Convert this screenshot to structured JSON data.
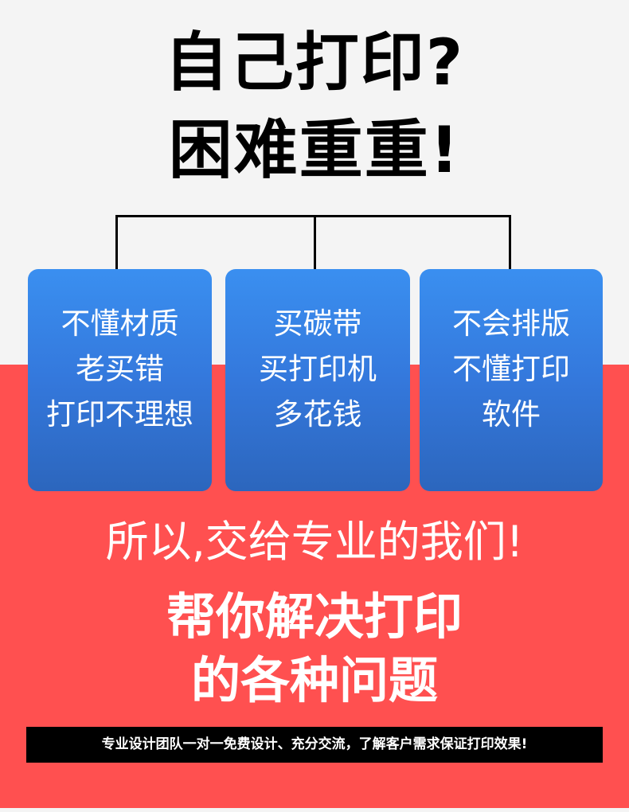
{
  "colors": {
    "top_background": "#f4f4f4",
    "red_band": "#ff5050",
    "card_gradient_top": "#3a8ff0",
    "card_gradient_bottom": "#2c66bd",
    "title_text": "#000000",
    "footer_bar": "#000000"
  },
  "title": {
    "line1": "自己打印?",
    "line2": "困难重重!"
  },
  "cards": [
    {
      "lines": [
        "不懂材质",
        "老买错",
        "打印不理想"
      ]
    },
    {
      "lines": [
        "买碳带",
        "买打印机",
        "多花钱"
      ]
    },
    {
      "lines": [
        "不会排版",
        "不懂打印",
        "软件"
      ]
    }
  ],
  "subhead": "所以,交给专业的我们!",
  "headline": {
    "line1": "帮你解决打印",
    "line2": "的各种问题"
  },
  "footer": {
    "text": "专业设计团队一对一免费设计、充分交流，了解客户需求保证打印效果!"
  }
}
